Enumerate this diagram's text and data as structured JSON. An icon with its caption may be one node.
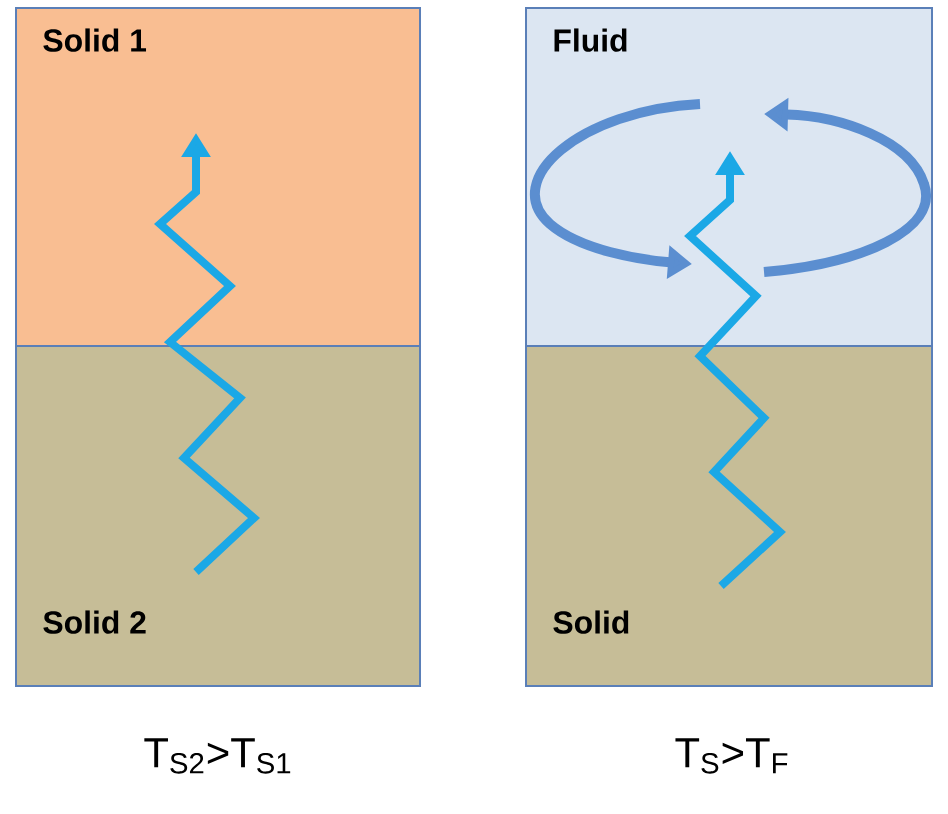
{
  "diagram": {
    "nodes": [
      {
        "text": [
          "Solid 1"
        ]
      },
      {
        "text": [
          "Solid 2"
        ]
      },
      {
        "text": [
          "Fluid"
        ]
      },
      {
        "text": [
          "Solid"
        ]
      }
    ],
    "edges": [
      {
        "from": 1,
        "to": 0,
        "arrow": "to"
      },
      {
        "from": 3,
        "to": 2,
        "arrow": "to"
      }
    ],
    "labels": [
      "T$_{S2}$>T$_{S1}$",
      "T$_{S}$>T$_{F}$"
    ]
  }
}
